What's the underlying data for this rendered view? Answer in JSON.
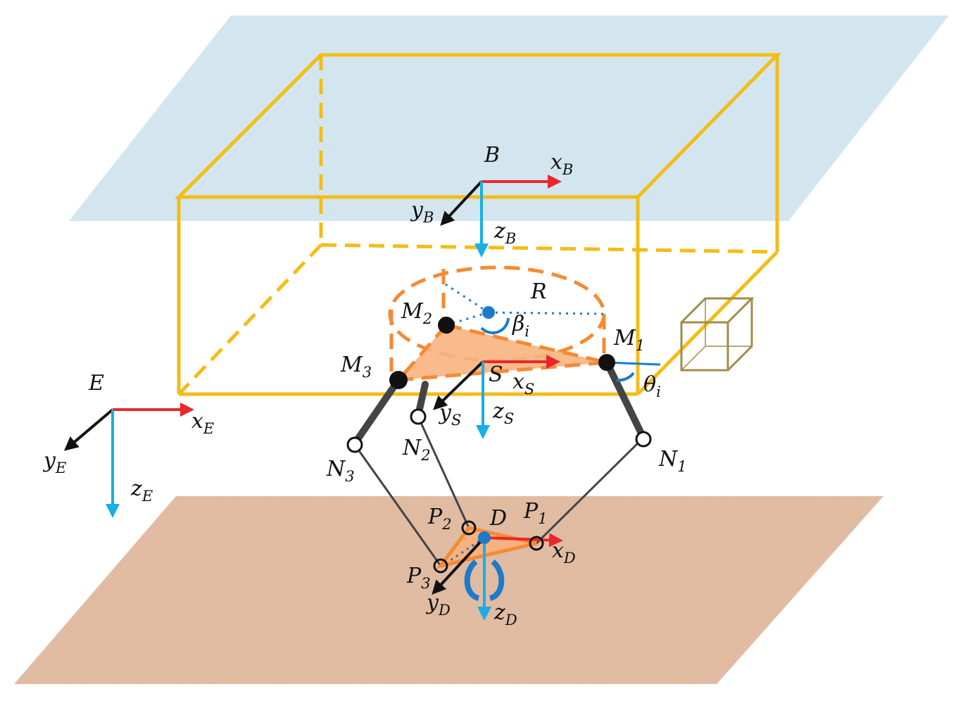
{
  "colors": {
    "top_plane": "#d3e6ef",
    "ground_plane": "#e6bfa4",
    "box_edge": "#f3bd17",
    "cable_tri": "#f58a34",
    "tri_fill": "#f8b27f",
    "x_axis": "#e8272a",
    "y_axis": "#111111",
    "z_axis": "#18aee6",
    "blue_marker": "#1e7ac8",
    "ref_cube": "#a08c4a"
  },
  "labels": {
    "B": {
      "main": "B",
      "sub": ""
    },
    "xB": {
      "main": "x",
      "sub": "B"
    },
    "yB": {
      "main": "y",
      "sub": "B"
    },
    "zB": {
      "main": "z",
      "sub": "B"
    },
    "R": {
      "main": "R",
      "sub": ""
    },
    "beta": {
      "main": "β",
      "sub": "i"
    },
    "M1": {
      "main": "M",
      "sub": "1"
    },
    "M2": {
      "main": "M",
      "sub": "2"
    },
    "M3": {
      "main": "M",
      "sub": "3"
    },
    "S": {
      "main": "S",
      "sub": ""
    },
    "xS": {
      "main": "x",
      "sub": "S"
    },
    "yS": {
      "main": "y",
      "sub": "S"
    },
    "zS": {
      "main": "z",
      "sub": "S"
    },
    "theta": {
      "main": "θ",
      "sub": "i"
    },
    "E": {
      "main": "E",
      "sub": ""
    },
    "xE": {
      "main": "x",
      "sub": "E"
    },
    "yE": {
      "main": "y",
      "sub": "E"
    },
    "zE": {
      "main": "z",
      "sub": "E"
    },
    "N1": {
      "main": "N",
      "sub": "1"
    },
    "N2": {
      "main": "N",
      "sub": "2"
    },
    "N3": {
      "main": "N",
      "sub": "3"
    },
    "P1": {
      "main": "P",
      "sub": "1"
    },
    "P2": {
      "main": "P",
      "sub": "2"
    },
    "P3": {
      "main": "P",
      "sub": "3"
    },
    "D": {
      "main": "D",
      "sub": ""
    },
    "xD": {
      "main": "x",
      "sub": "D"
    },
    "yD": {
      "main": "y",
      "sub": "D"
    },
    "zD": {
      "main": "z",
      "sub": "D"
    }
  }
}
